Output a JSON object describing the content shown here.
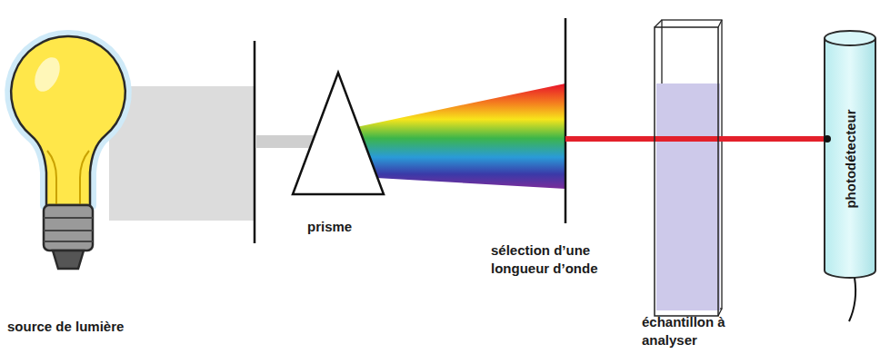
{
  "diagram": {
    "nodes": [
      {
        "text": [
          "photodétecteur"
        ]
      }
    ],
    "labels": [
      "source de lumière",
      "prisme",
      "sélection d’une longueur d’onde",
      "échantillon à analyser"
    ]
  }
}
